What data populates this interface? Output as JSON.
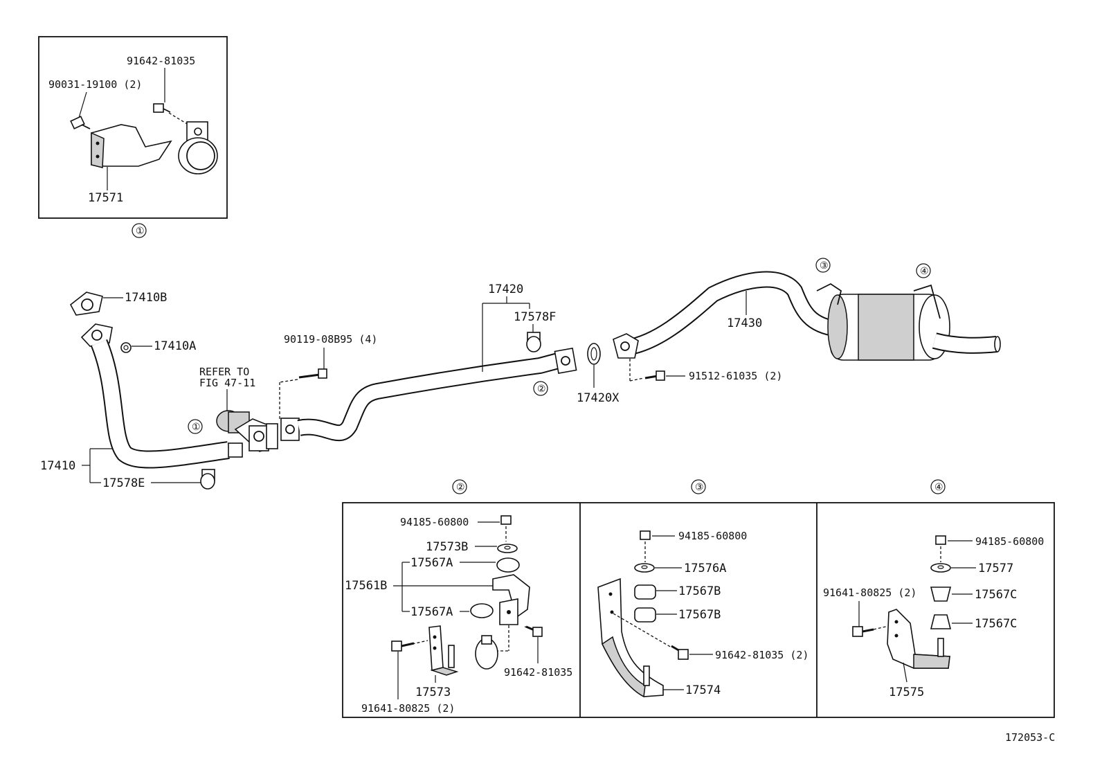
{
  "diagram": {
    "figure_code": "172053-C",
    "refer_note": [
      "REFER TO",
      "FIG 47-11"
    ],
    "callouts": [
      "①",
      "②",
      "③",
      "④"
    ],
    "inset1": {
      "callout": "①",
      "labels": {
        "bolt": "90031-19100 (2)",
        "clamp_bolt": "91642-81035",
        "bracket": "17571"
      }
    },
    "main": {
      "gasket_b": "17410B",
      "nut_a": "17410A",
      "front_pipe": "17410",
      "clamp_e": "17578E",
      "bolts_4": "90119-08B95 (4)",
      "center_pipe": "17420",
      "clamp_f": "17578F",
      "gasket_x": "17420X",
      "tail_pipe": "17430",
      "bolts_2": "91512-61035 (2)"
    },
    "panel2": {
      "callout": "②",
      "labels": {
        "nut": "94185-60800",
        "washer": "17573B",
        "bush_top": "17567A",
        "bracket": "17561B",
        "bush_bottom": "17567A",
        "bracket_lower": "17573",
        "clamp_bolt": "91642-81035",
        "bolt": "91641-80825 (2)"
      }
    },
    "panel3": {
      "callout": "③",
      "labels": {
        "nut": "94185-60800",
        "washer": "17576A",
        "bush_top": "17567B",
        "bush_bottom": "17567B",
        "bolt": "91642-81035 (2)",
        "bracket": "17574"
      }
    },
    "panel4": {
      "callout": "④",
      "labels": {
        "nut": "94185-60800",
        "washer": "17577",
        "bush_top": "17567C",
        "bush_bottom": "17567C",
        "bolt": "91641-80825 (2)",
        "bracket": "17575"
      }
    }
  }
}
